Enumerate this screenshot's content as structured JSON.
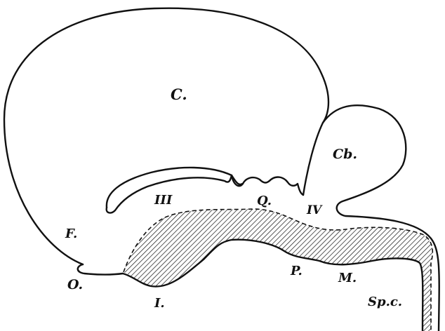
{
  "figure": {
    "labels": {
      "C": "C.",
      "Cb": "Cb.",
      "III": "III",
      "Q": "Q.",
      "IV": "IV",
      "F": "F.",
      "O": "O.",
      "I": "I.",
      "P": "P.",
      "M": "M.",
      "SpC": "Sp.c."
    },
    "colors": {
      "ink": "#111111",
      "background": "#ffffff"
    }
  }
}
